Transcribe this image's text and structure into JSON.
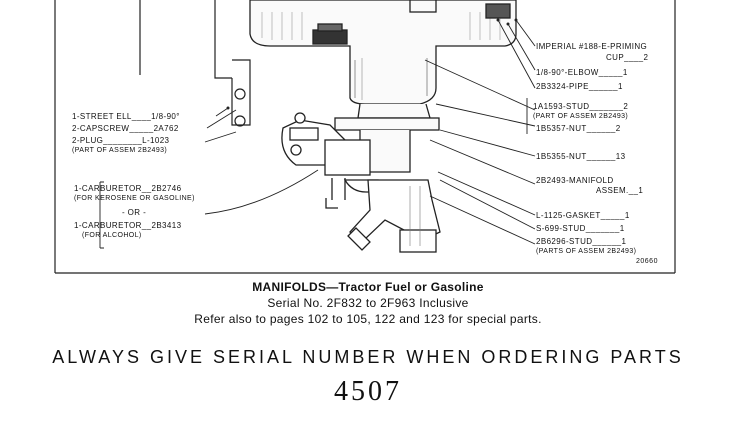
{
  "parts_left": {
    "street_ell": "1-STREET ELL____1/8-90°",
    "capscrew": "2-CAPSCREW_____2A762",
    "plug": "2-PLUG________L-1023",
    "plug_note": "(PART OF ASSEM 2B2493)",
    "carb_kero": "1-CARBURETOR__2B2746",
    "carb_kero_note": "(FOR KEROSENE OR GASOLINE)",
    "or": "- OR -",
    "carb_alc": "1-CARBURETOR__2B3413",
    "carb_alc_note": "(FOR ALCOHOL)"
  },
  "parts_right": {
    "priming_1": "IMPERIAL #188-E-PRIMING",
    "priming_2": "CUP____2",
    "elbow": "1/8-90°-ELBOW_____1",
    "pipe": "2B3324-PIPE______1",
    "stud_a": "1A1593-STUD_______2",
    "stud_a_note": "(PART OF ASSEM 2B2493)",
    "nut_a": "1B5357-NUT______2",
    "nut_b": "1B5355-NUT______13",
    "manifold_1": "2B2493-MANIFOLD",
    "manifold_2": "ASSEM.__1",
    "gasket": "L-1125-GASKET_____1",
    "stud_s": "S-699-STUD_______1",
    "stud_b": "2B6296-STUD______1",
    "stud_b_note": "(PARTS OF ASSEM 2B2493)"
  },
  "drawing_number": "20660",
  "caption": {
    "title": "MANIFOLDS—Tractor Fuel or Gasoline",
    "serial": "Serial No. 2F832 to 2F963 Inclusive",
    "refer": "Refer also to pages 102 to 105, 122 and 123 for special parts.",
    "always": "ALWAYS GIVE SERIAL NUMBER WHEN ORDERING PARTS",
    "page_number": "4507"
  }
}
